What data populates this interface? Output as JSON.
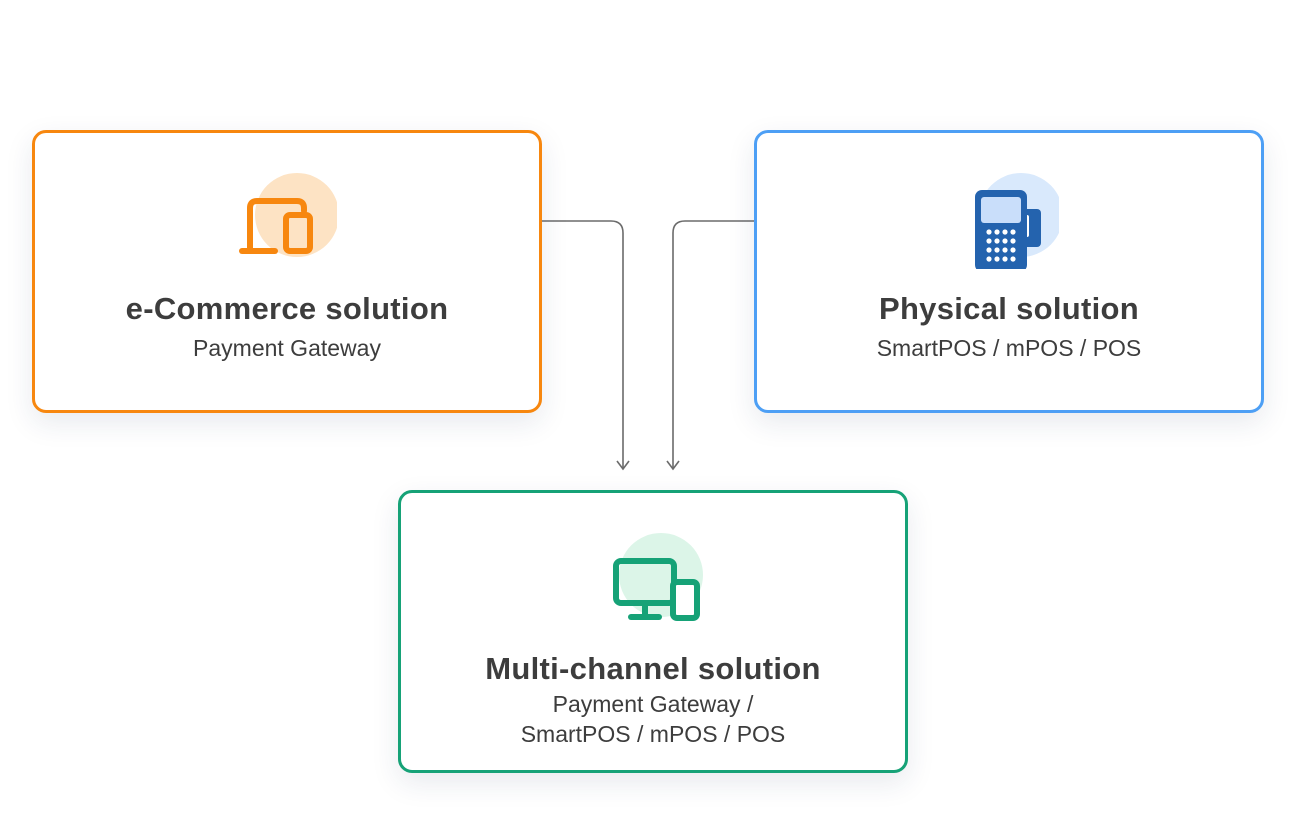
{
  "colors": {
    "ecommerce_border": "#f7870f",
    "physical_border": "#4d9ff5",
    "multichannel_border": "#16a277",
    "connector": "#6b6b6b"
  },
  "cards": {
    "ecommerce": {
      "icon": "laptop-tablet-icon",
      "title": "e-Commerce solution",
      "subtitle": "Payment Gateway"
    },
    "physical": {
      "icon": "pos-terminal-icon",
      "title": "Physical solution",
      "subtitle": "SmartPOS / mPOS / POS"
    },
    "multichannel": {
      "icon": "desktop-mobile-icon",
      "title": "Multi-channel solution",
      "subtitle_line1": "Payment Gateway /",
      "subtitle_line2": "SmartPOS / mPOS / POS"
    }
  }
}
